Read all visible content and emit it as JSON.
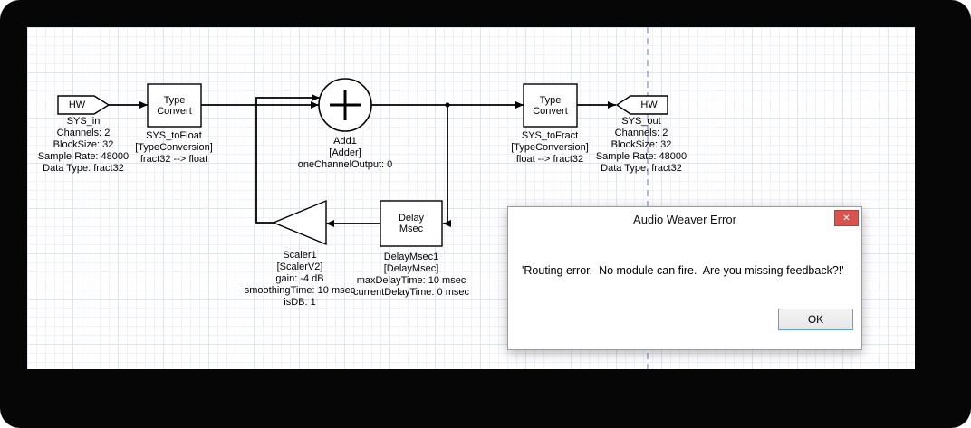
{
  "modules": {
    "sys_in": {
      "label": "HW",
      "caption": [
        "SYS_in",
        "Channels: 2",
        "BlockSize: 32",
        "Sample Rate: 48000",
        "Data Type: fract32"
      ]
    },
    "type_convert_in": {
      "label": "Type Convert",
      "caption": [
        "SYS_toFloat",
        "[TypeConversion]",
        "fract32 --> float"
      ]
    },
    "adder": {
      "caption": [
        "Add1",
        "[Adder]",
        "oneChannelOutput: 0"
      ]
    },
    "type_convert_out": {
      "label": "Type Convert",
      "caption": [
        "SYS_toFract",
        "[TypeConversion]",
        "float --> fract32"
      ]
    },
    "sys_out": {
      "label": "HW",
      "caption": [
        "SYS_out",
        "Channels: 2",
        "BlockSize: 32",
        "Sample Rate: 48000",
        "Data Type: fract32"
      ]
    },
    "scaler": {
      "caption": [
        "Scaler1",
        "[ScalerV2]",
        "gain: -4 dB",
        "smoothingTime: 10 msec",
        "isDB: 1"
      ]
    },
    "delay": {
      "label": "Delay Msec",
      "caption": [
        "DelayMsec1",
        "[DelayMsec]",
        "maxDelayTime: 10 msec",
        "currentDelayTime: 0 msec"
      ]
    }
  },
  "dialog": {
    "title": "Audio Weaver Error",
    "close_glyph": "✕",
    "message": "'Routing error.  No module can fire.  Are you missing feedback?!'",
    "ok_label": "OK"
  },
  "icons": {
    "adder_symbol": "plus-icon",
    "dialog_close": "close-icon"
  },
  "colors": {
    "wire": "#000000",
    "guide_line": "#9aa3d6",
    "close_button": "#d9534f",
    "ok_focus_border": "#5e9fd4"
  }
}
